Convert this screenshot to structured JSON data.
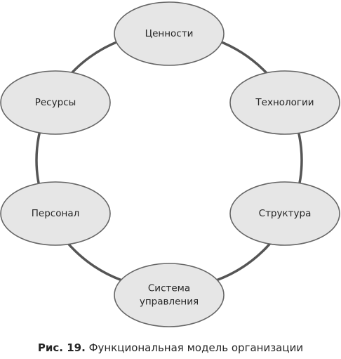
{
  "nodes": [
    {
      "id": "values",
      "lines": [
        "Ценности"
      ]
    },
    {
      "id": "technologies",
      "lines": [
        "Технологии"
      ]
    },
    {
      "id": "structure",
      "lines": [
        "Структура"
      ]
    },
    {
      "id": "management-system",
      "lines": [
        "Система",
        "управления"
      ]
    },
    {
      "id": "personnel",
      "lines": [
        "Персонал"
      ]
    },
    {
      "id": "resources",
      "lines": [
        "Ресурсы"
      ]
    }
  ],
  "caption": {
    "figure_number": "Рис. 19.",
    "text": "Функциональная модель организации"
  },
  "colors": {
    "ring": "#555555",
    "node_fill": "#e6e6e6",
    "node_stroke": "#666666",
    "text": "#262626"
  }
}
